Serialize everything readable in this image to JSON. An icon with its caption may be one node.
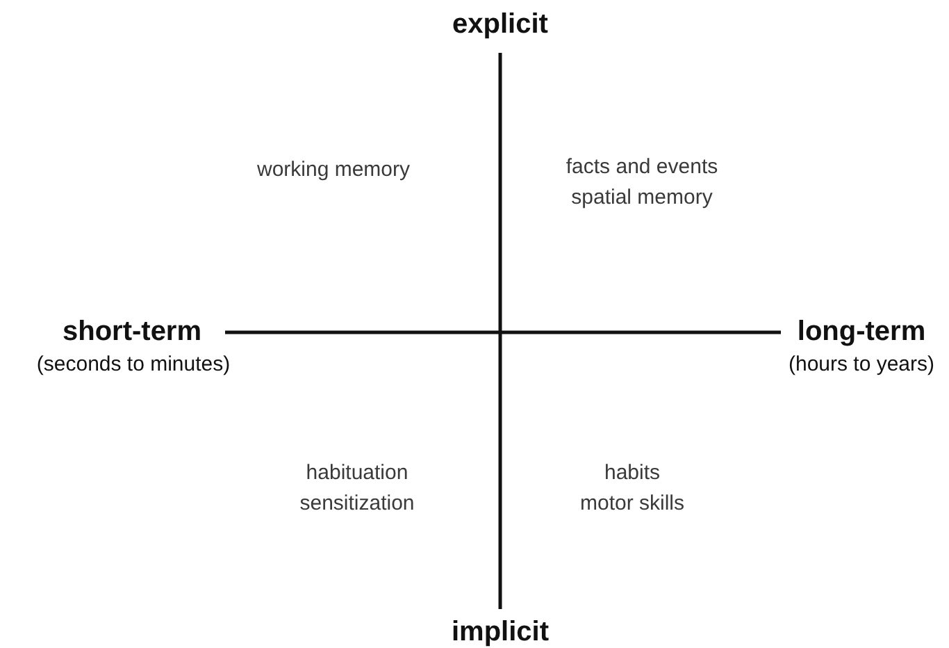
{
  "diagram": {
    "labels": [
      "explicit",
      "working memory",
      "facts and events",
      "spatial memory",
      "short-term",
      "(seconds to minutes)",
      "long-term",
      "(hours to years)",
      "habituation",
      "sensitization",
      "habits",
      "motor skills",
      "implicit"
    ]
  }
}
